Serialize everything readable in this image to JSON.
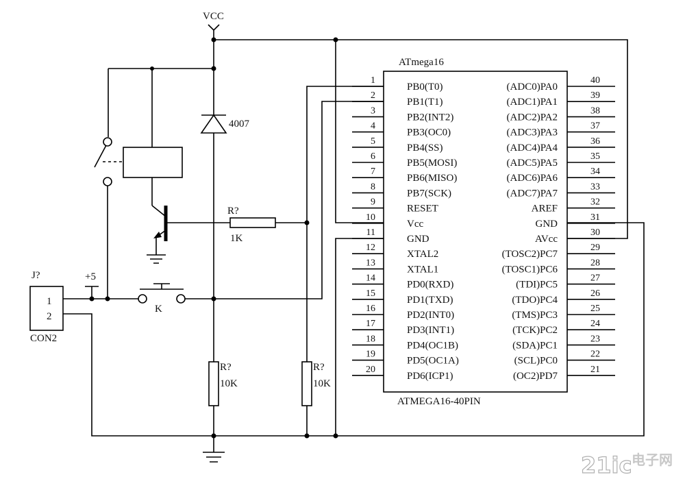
{
  "power": {
    "vcc": "VCC",
    "plus5": "+5"
  },
  "chip": {
    "name": "ATmega16",
    "package": "ATMEGA16-40PIN",
    "left_pins": [
      {
        "num": "1",
        "func": "PB0(T0)"
      },
      {
        "num": "2",
        "func": "PB1(T1)"
      },
      {
        "num": "3",
        "func": "PB2(INT2)"
      },
      {
        "num": "4",
        "func": "PB3(OC0)"
      },
      {
        "num": "5",
        "func": "PB4(SS)"
      },
      {
        "num": "6",
        "func": "PB5(MOSI)"
      },
      {
        "num": "7",
        "func": "PB6(MISO)"
      },
      {
        "num": "8",
        "func": "PB7(SCK)"
      },
      {
        "num": "9",
        "func": "RESET"
      },
      {
        "num": "10",
        "func": "Vcc"
      },
      {
        "num": "11",
        "func": "GND"
      },
      {
        "num": "12",
        "func": "XTAL2"
      },
      {
        "num": "13",
        "func": "XTAL1"
      },
      {
        "num": "14",
        "func": "PD0(RXD)"
      },
      {
        "num": "15",
        "func": "PD1(TXD)"
      },
      {
        "num": "16",
        "func": "PD2(INT0)"
      },
      {
        "num": "17",
        "func": "PD3(INT1)"
      },
      {
        "num": "18",
        "func": "PD4(OC1B)"
      },
      {
        "num": "19",
        "func": "PD5(OC1A)"
      },
      {
        "num": "20",
        "func": "PD6(ICP1)"
      }
    ],
    "right_pins": [
      {
        "num": "40",
        "func": "(ADC0)PA0"
      },
      {
        "num": "39",
        "func": "(ADC1)PA1"
      },
      {
        "num": "38",
        "func": "(ADC2)PA2"
      },
      {
        "num": "37",
        "func": "(ADC3)PA3"
      },
      {
        "num": "36",
        "func": "(ADC4)PA4"
      },
      {
        "num": "35",
        "func": "(ADC5)PA5"
      },
      {
        "num": "34",
        "func": "(ADC6)PA6"
      },
      {
        "num": "33",
        "func": "(ADC7)PA7"
      },
      {
        "num": "32",
        "func": "AREF"
      },
      {
        "num": "31",
        "func": "GND"
      },
      {
        "num": "30",
        "func": "AVcc"
      },
      {
        "num": "29",
        "func": "(TOSC2)PC7"
      },
      {
        "num": "28",
        "func": "(TOSC1)PC6"
      },
      {
        "num": "27",
        "func": "(TDI)PC5"
      },
      {
        "num": "26",
        "func": "(TDO)PC4"
      },
      {
        "num": "25",
        "func": "(TMS)PC3"
      },
      {
        "num": "24",
        "func": "(TCK)PC2"
      },
      {
        "num": "23",
        "func": "(SDA)PC1"
      },
      {
        "num": "22",
        "func": "(SCL)PC0"
      },
      {
        "num": "21",
        "func": "(OC2)PD7"
      }
    ]
  },
  "components": {
    "diode": "4007",
    "r1_ref": "R?",
    "r1_val": "1K",
    "r2_ref": "R?",
    "r2_val": "10K",
    "r3_ref": "R?",
    "r3_val": "10K",
    "switch": "K",
    "conn_ref": "J?",
    "conn_name": "CON2",
    "conn_pin1": "1",
    "conn_pin2": "2"
  },
  "watermark": {
    "brand": "21ic",
    "cn": "电子网"
  }
}
